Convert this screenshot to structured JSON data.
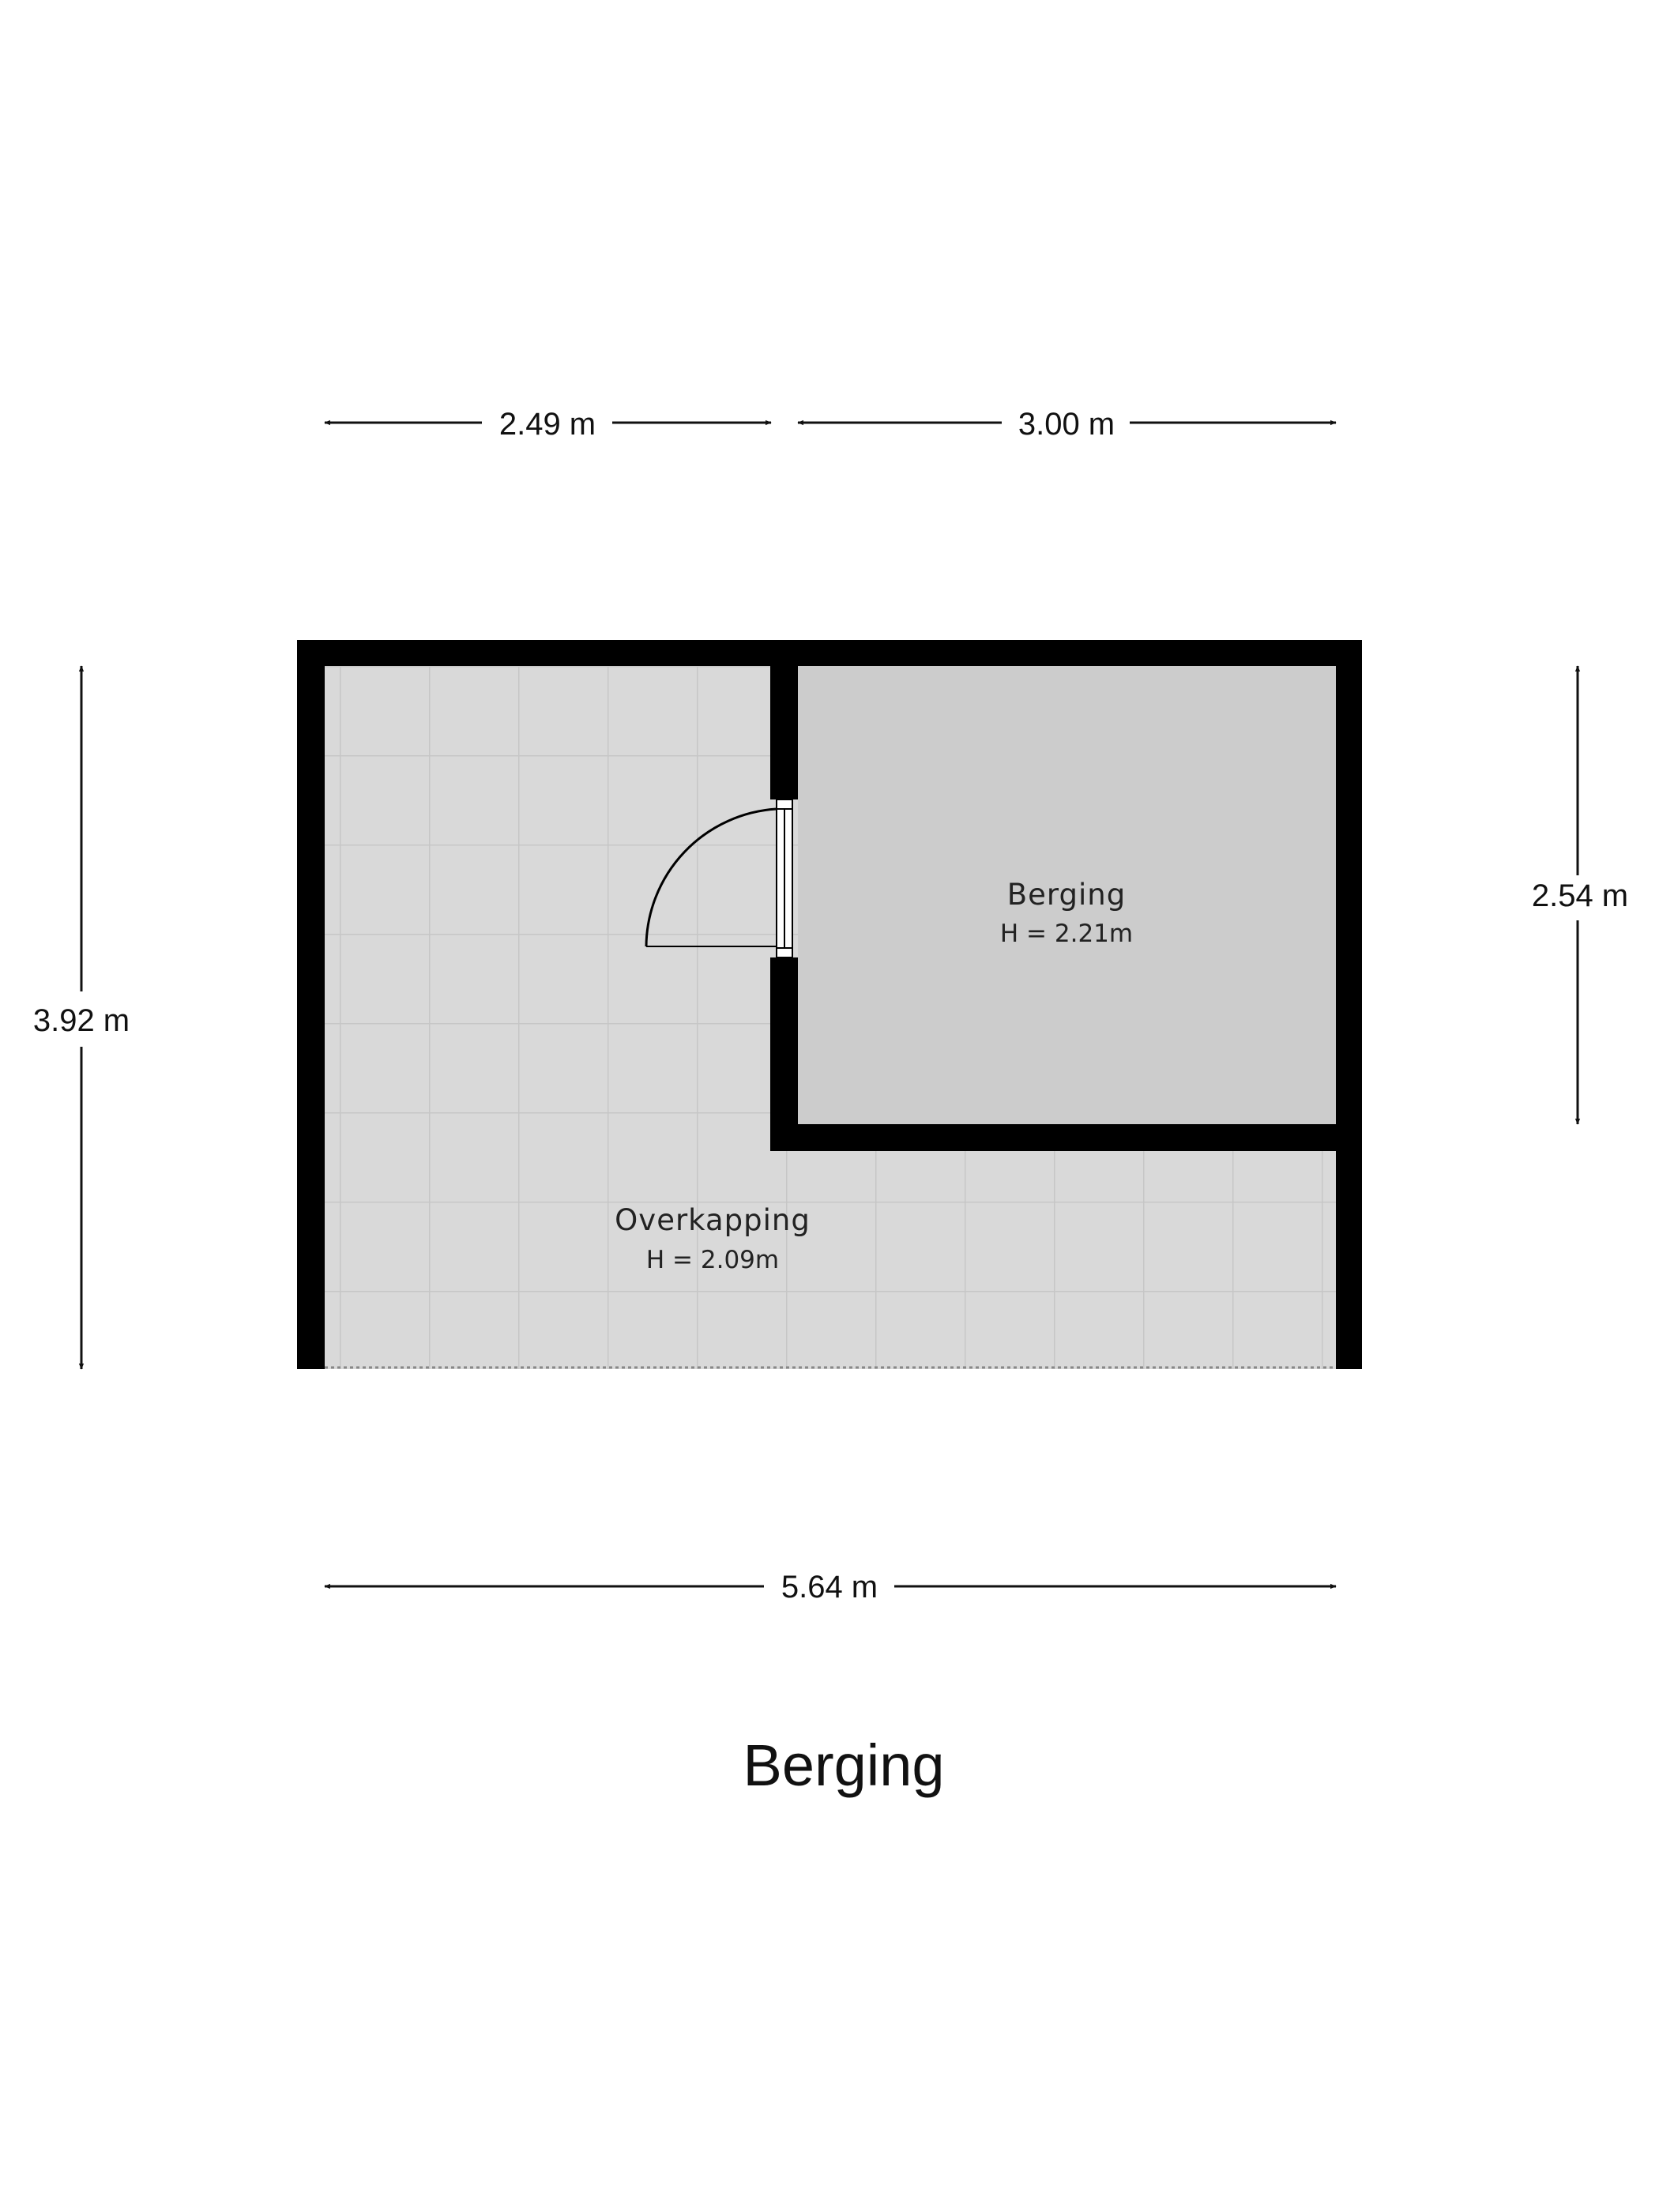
{
  "dimensions": {
    "top_left": "2.49 m",
    "top_right": "3.00 m",
    "left_height": "3.92 m",
    "right_height": "2.54 m",
    "bottom_width": "5.64 m"
  },
  "rooms": {
    "berging": {
      "name": "Berging",
      "height": "H = 2.21m"
    },
    "overkapping": {
      "name": "Overkapping",
      "height": "H = 2.09m"
    }
  },
  "title": "Berging",
  "colors": {
    "wall": "#000000",
    "overkapping_floor": "#d9d9d9",
    "berging_floor": "#cccccc",
    "tile_grid": "#c8c8c8",
    "background": "#ffffff"
  }
}
